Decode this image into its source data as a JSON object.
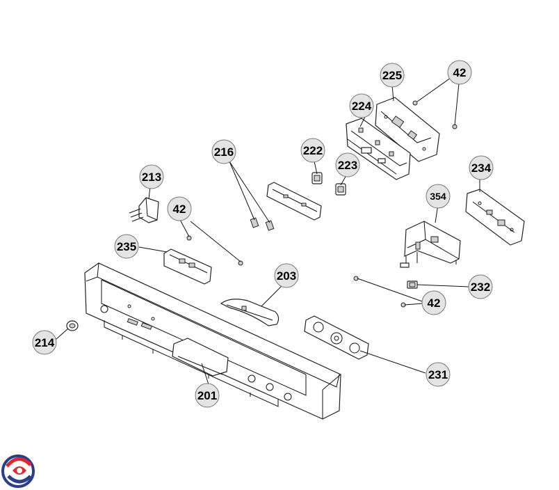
{
  "labels": {
    "l225": "225",
    "l42a": "42",
    "l224": "224",
    "l222": "222",
    "l223": "223",
    "l216": "216",
    "l213": "213",
    "l234": "234",
    "l354": "354",
    "l42b": "42",
    "l235": "235",
    "l203": "203",
    "l232": "232",
    "l42c": "42",
    "l214": "214",
    "l231": "231",
    "l201": "201"
  },
  "colors": {
    "line": "#111111",
    "bubble_fill": "#e4e4e4",
    "logo_red": "#e3262b",
    "logo_blue": "#2a3d8f"
  },
  "logo": {
    "icon": "brand-swirl-icon"
  }
}
